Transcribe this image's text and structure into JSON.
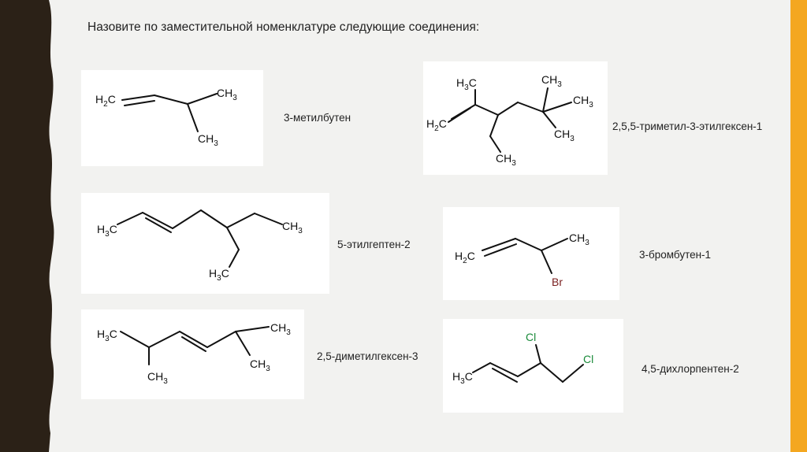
{
  "slide": {
    "title": "Назовите по заместительной номенклатуре следующие соединения:"
  },
  "compounds": [
    {
      "name": "3-метилбутен",
      "atoms": {
        "a1": "H2C",
        "a2": "CH3",
        "a3": "CH3"
      }
    },
    {
      "name": "2,5,5-триметил-3-этилгексен-1",
      "atoms": {
        "a1": "H3C",
        "a2": "CH3",
        "a3": "CH3",
        "a4": "H2C",
        "a5": "CH3",
        "a6": "CH3"
      }
    },
    {
      "name": "5-этилгептен-2",
      "atoms": {
        "a1": "H3C",
        "a2": "CH3",
        "a3": "H3C"
      }
    },
    {
      "name": "3-бромбутен-1",
      "atoms": {
        "a1": "H2C",
        "a2": "CH3",
        "a3": "Br"
      }
    },
    {
      "name": "2,5-диметилгексен-3",
      "atoms": {
        "a1": "H3C",
        "a2": "CH3",
        "a3": "CH3",
        "a4": "CH3"
      }
    },
    {
      "name": "4,5-дихлорпентен-2",
      "atoms": {
        "a1": "Cl",
        "a2": "Cl",
        "a3": "H3C"
      }
    }
  ],
  "colors": {
    "accent_bar": "#f4a720",
    "bromine": "#7a1f1f",
    "chlorine": "#1a8a3a",
    "left_strip": "#2b2117"
  }
}
